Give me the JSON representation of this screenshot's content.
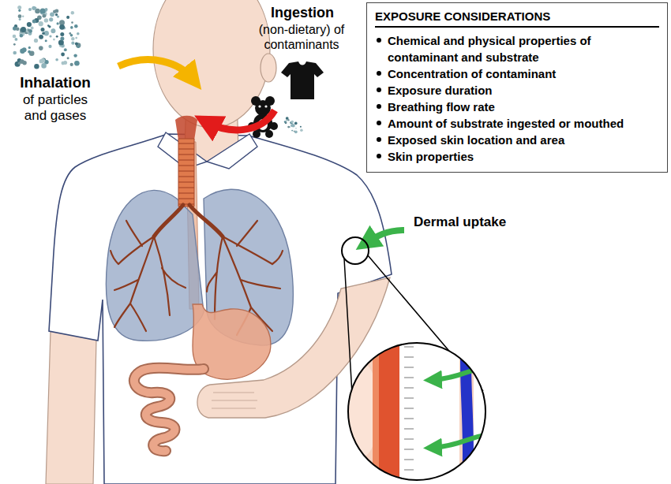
{
  "diagram": {
    "nodes": [
      {
        "text": [
          "EXPOSURE CONSIDERATIONS",
          "Chemical and physical properties of contaminant and substrate",
          "Concentration of contaminant",
          "Exposure duration",
          "Breathing flow rate",
          "Amount of substrate ingested or mouthed",
          "Exposed skin location and area",
          "Skin properties"
        ]
      }
    ],
    "labels": [
      "Inhalation",
      "of particles and gases",
      "Ingestion",
      "(non-dietary) of contaminants",
      "Dermal uptake"
    ]
  }
}
